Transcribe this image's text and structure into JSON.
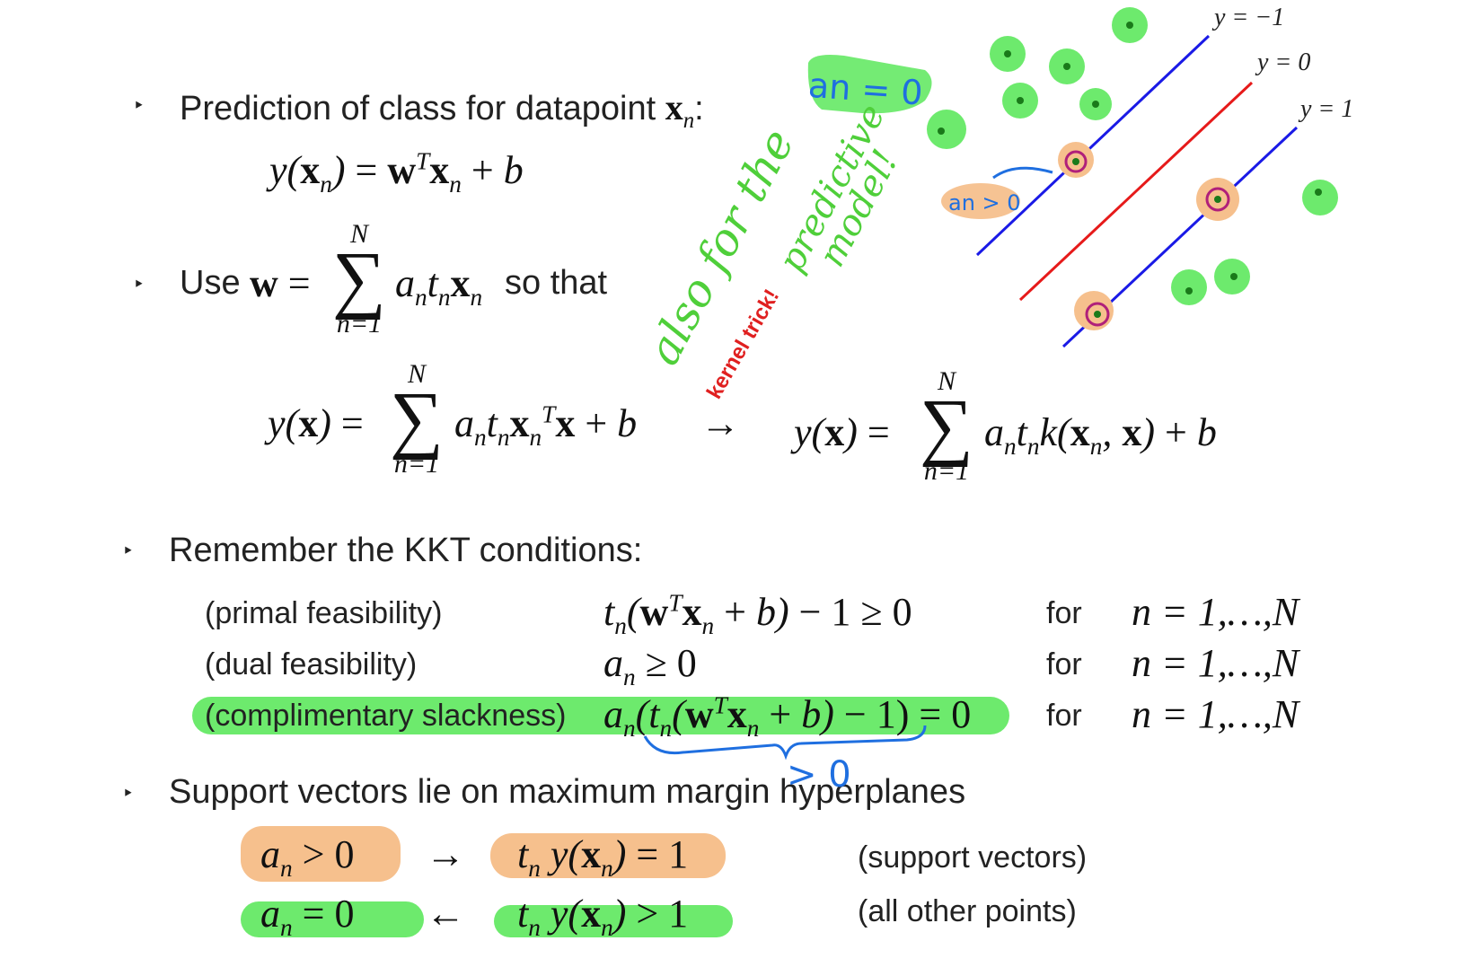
{
  "bullets": {
    "b1_text": "Prediction of class for datapoint",
    "b1_var": "x",
    "b1_sub": "n",
    "b1_colon": ":",
    "b2_pre": "Use",
    "b2_post": "so that",
    "b3": "Remember the KKT conditions:",
    "b4": "Support vectors lie on maximum margin hyperplanes"
  },
  "sum": {
    "upper": "N",
    "lower": "n=1"
  },
  "kkt": {
    "primal_label": "(primal feasibility)",
    "dual_label": "(dual feasibility)",
    "slack_label": "(complimentary slackness)",
    "for_label": "for",
    "range": "n = 1,…,N"
  },
  "support": {
    "sv_label": "(support vectors)",
    "other_label": "(all other points)"
  },
  "annotations": {
    "an_eq0": "an = 0",
    "an_gt0": "an > 0",
    "also_line1": "also for the",
    "also_line2": "predictive",
    "also_line3": "model!",
    "kernel_trick": "kernel trick!",
    "gt0": "> 0"
  },
  "diagram": {
    "y_minus1": "y = −1",
    "y_0": "y = 0",
    "y_1": "y = 1"
  },
  "colors": {
    "green_highlight": "#6dea6d",
    "orange_highlight": "#f6c08d",
    "margin_line": "#1a1ae6",
    "decision_line": "#e61a1a",
    "handwriting_blue": "#1f6fe0",
    "handwriting_green": "#4fcf3a",
    "kernel_red": "#e02020"
  }
}
